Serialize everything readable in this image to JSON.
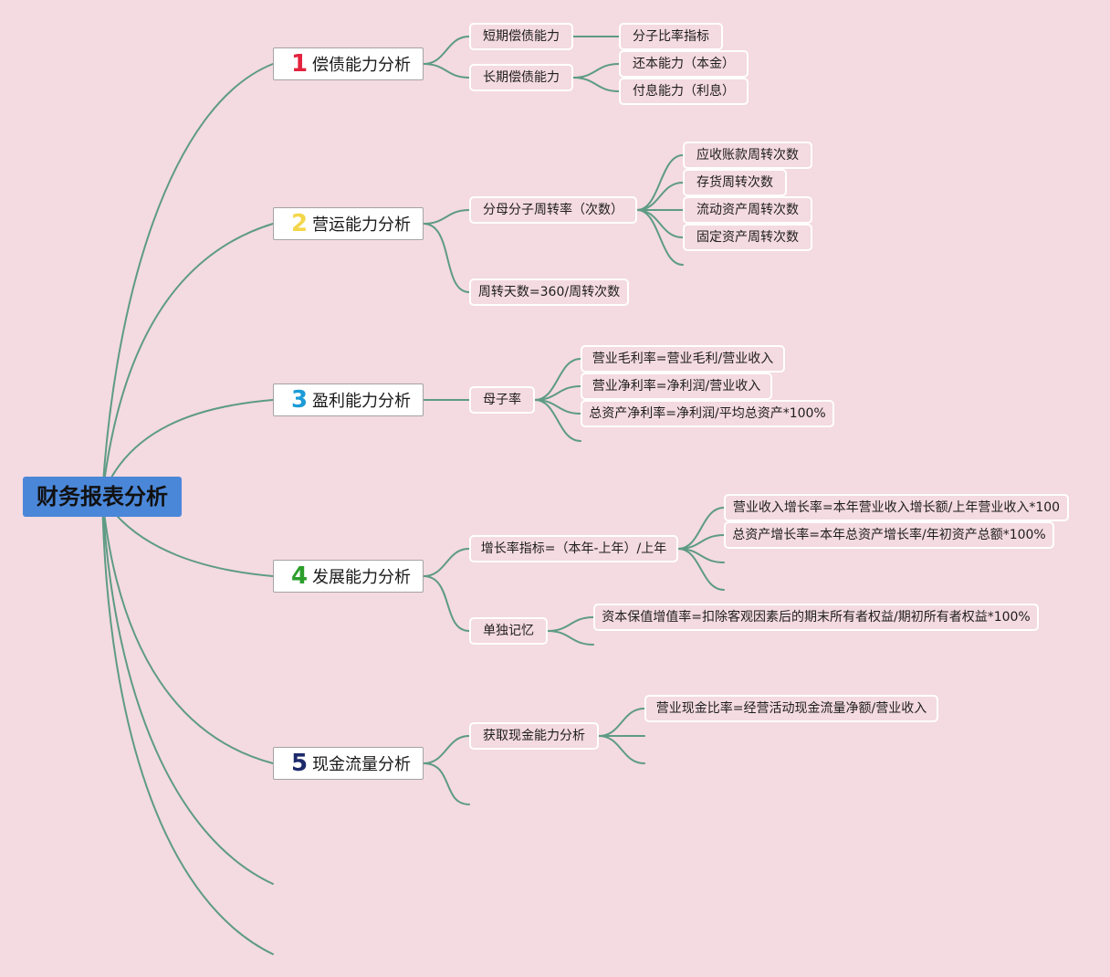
{
  "colors": {
    "background": "#f4dae1",
    "root_fill": "#4b87d9",
    "connector": "#5e9b86"
  },
  "root": {
    "label": "财务报表分析"
  },
  "branches": [
    {
      "number": "1",
      "number_color": "#e3223d",
      "label": "偿债能力分析",
      "children": [
        {
          "label": "短期偿债能力",
          "children": [
            {
              "label": "分子比率指标"
            }
          ]
        },
        {
          "label": "长期偿债能力",
          "children": [
            {
              "label": "还本能力（本金）"
            },
            {
              "label": "付息能力（利息）"
            }
          ]
        }
      ]
    },
    {
      "number": "2",
      "number_color": "#f4d64b",
      "label": "营运能力分析",
      "children": [
        {
          "label": "分母分子周转率（次数）",
          "children": [
            {
              "label": "应收账款周转次数"
            },
            {
              "label": "存货周转次数"
            },
            {
              "label": "流动资产周转次数"
            },
            {
              "label": "固定资产周转次数"
            }
          ]
        },
        {
          "label": "周转天数=360/周转次数"
        }
      ]
    },
    {
      "number": "3",
      "number_color": "#1b9bd7",
      "label": "盈利能力分析",
      "children": [
        {
          "label": "母子率",
          "children": [
            {
              "label": "营业毛利率=营业毛利/营业收入"
            },
            {
              "label": "营业净利率=净利润/营业收入"
            },
            {
              "label": "总资产净利率=净利润/平均总资产*100%"
            }
          ]
        }
      ]
    },
    {
      "number": "4",
      "number_color": "#2c9e2c",
      "label": "发展能力分析",
      "children": [
        {
          "label": "增长率指标=（本年-上年）/上年",
          "children": [
            {
              "label": "营业收入增长率=本年营业收入增长额/上年营业收入*100"
            },
            {
              "label": "总资产增长率=本年总资产增长率/年初资产总额*100%"
            }
          ]
        },
        {
          "label": "单独记忆",
          "children": [
            {
              "label": "资本保值增值率=扣除客观因素后的期末所有者权益/期初所有者权益*100%"
            }
          ]
        }
      ]
    },
    {
      "number": "5",
      "number_color": "#1c2a6b",
      "label": "现金流量分析",
      "children": [
        {
          "label": "获取现金能力分析",
          "children": [
            {
              "label": "营业现金比率=经营活动现金流量净额/营业收入"
            }
          ]
        }
      ]
    }
  ]
}
